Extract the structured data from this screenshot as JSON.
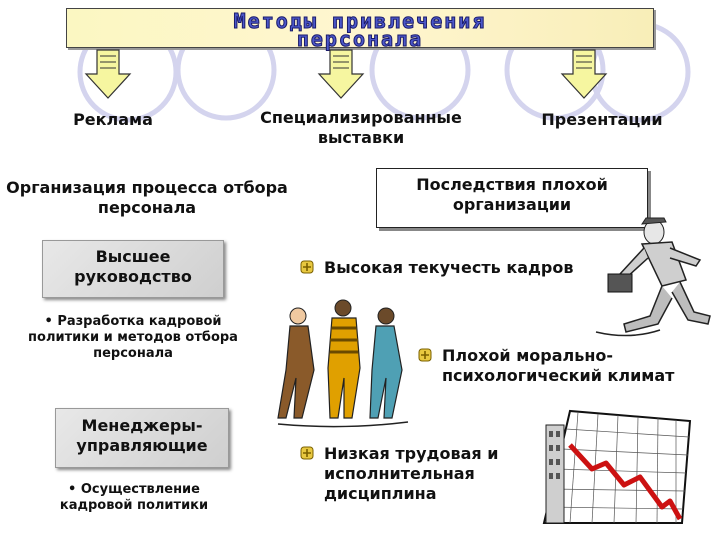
{
  "title": {
    "line1": "Методы привлечения",
    "line2": "персонала"
  },
  "methods": [
    {
      "label": "Реклама"
    },
    {
      "label": "Специализированные выставки"
    },
    {
      "label": "Презентации"
    }
  ],
  "process_heading": "Организация процесса отбора персонала",
  "consequences_heading": "Последствия плохой организации",
  "top_management": {
    "title": "Высшее руководство",
    "task": "• Разработка кадровой политики и методов отбора персонала"
  },
  "managers": {
    "title": "Менеджеры-управляющие",
    "task": "• Осуществление кадровой политики"
  },
  "consequences": [
    {
      "text": "Высокая текучесть кадров"
    },
    {
      "text": "Плохой морально-психологический климат"
    },
    {
      "text": "Низкая трудовая и исполнительная дисциплина"
    }
  ],
  "colors": {
    "title_fill": "#4b57c9",
    "circle": "#d7d7ef",
    "arrow_fill": "#f6f6a0",
    "bullet": "#c8a000",
    "chart_line": "#cc1111"
  }
}
